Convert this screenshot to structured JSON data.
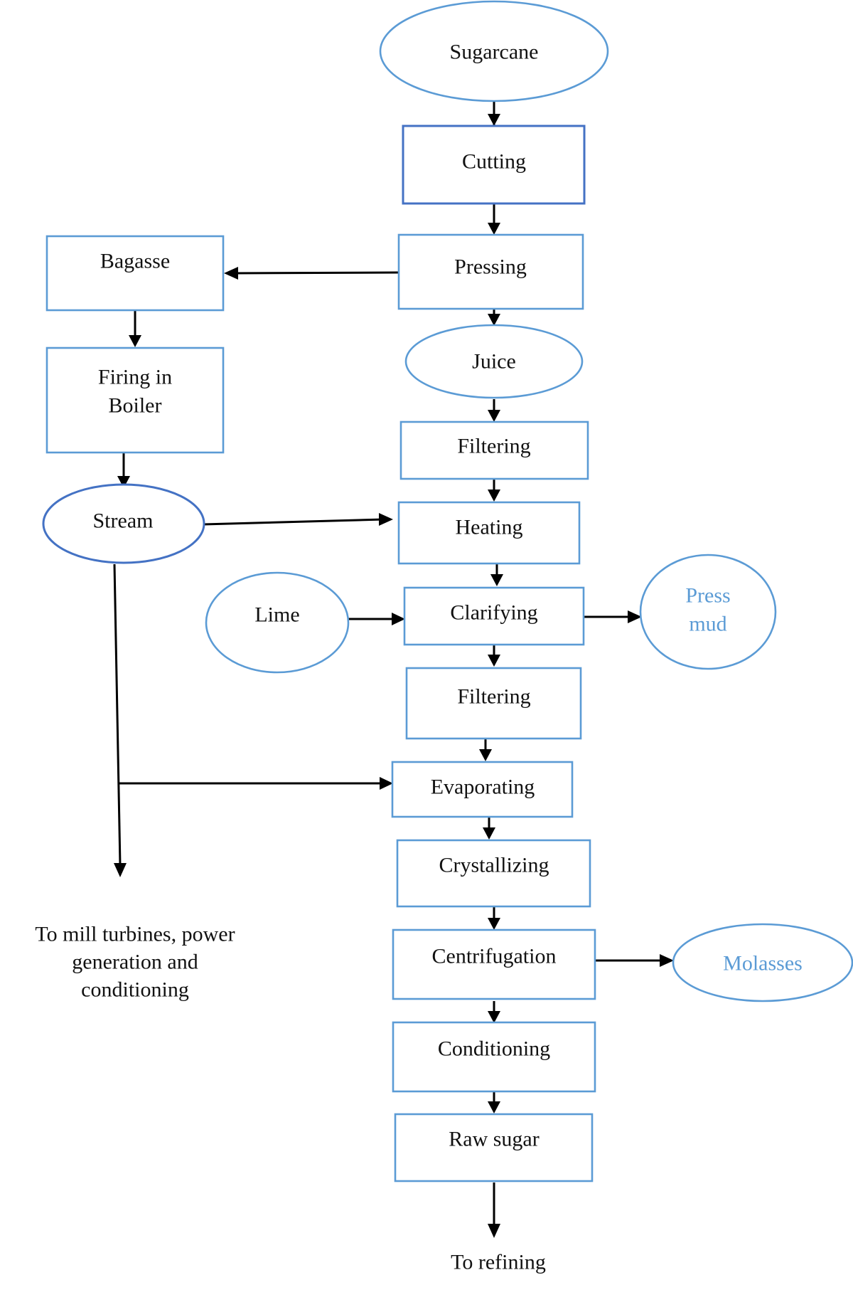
{
  "nodes": {
    "sugarcane": "Sugarcane",
    "cutting": "Cutting",
    "pressing": "Pressing",
    "bagasse": "Bagasse",
    "firing_line1": "Firing in",
    "firing_line2": "Boiler",
    "juice": "Juice",
    "filtering1": "Filtering",
    "stream": "Stream",
    "heating": "Heating",
    "lime": "Lime",
    "clarifying": "Clarifying",
    "pressmud_line1": "Press",
    "pressmud_line2": "mud",
    "filtering2": "Filtering",
    "evaporating": "Evaporating",
    "crystallizing": "Crystallizing",
    "centrifugation": "Centrifugation",
    "molasses": "Molasses",
    "conditioning": "Conditioning",
    "raw_sugar": "Raw sugar"
  },
  "outputs": {
    "mill_line1": "To mill turbines, power",
    "mill_line2": "generation and",
    "mill_line3": "conditioning",
    "refining": "To refining"
  },
  "colors": {
    "node_border": "#5b9bd5",
    "node_border_dark": "#4472c4",
    "byproduct_text": "#5b9bd5",
    "arrow": "#000000"
  }
}
